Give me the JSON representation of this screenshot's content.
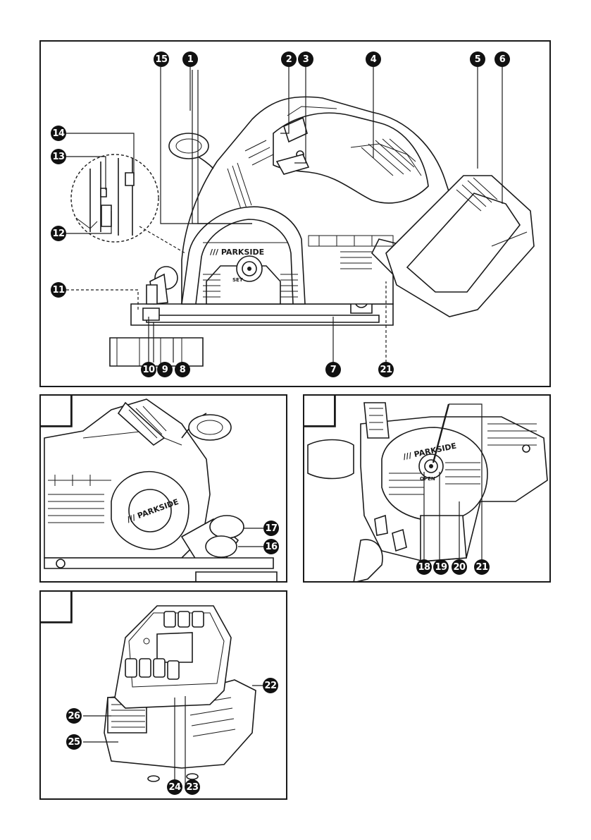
{
  "brand": "/// PARKSIDE",
  "dial_label_main": "SET",
  "dial_label_fig3": "OPEN",
  "callouts": {
    "c1": "1",
    "c2": "2",
    "c3": "3",
    "c4": "4",
    "c5": "5",
    "c6": "6",
    "c7": "7",
    "c8": "8",
    "c9": "9",
    "c10": "10",
    "c11": "11",
    "c12": "12",
    "c13": "13",
    "c14": "14",
    "c15": "15",
    "c16": "16",
    "c17": "17",
    "c18": "18",
    "c19": "19",
    "c20": "20",
    "c21a": "21",
    "c21b": "21",
    "c22": "22",
    "c23": "23",
    "c24": "24",
    "c25": "25",
    "c26": "26"
  }
}
